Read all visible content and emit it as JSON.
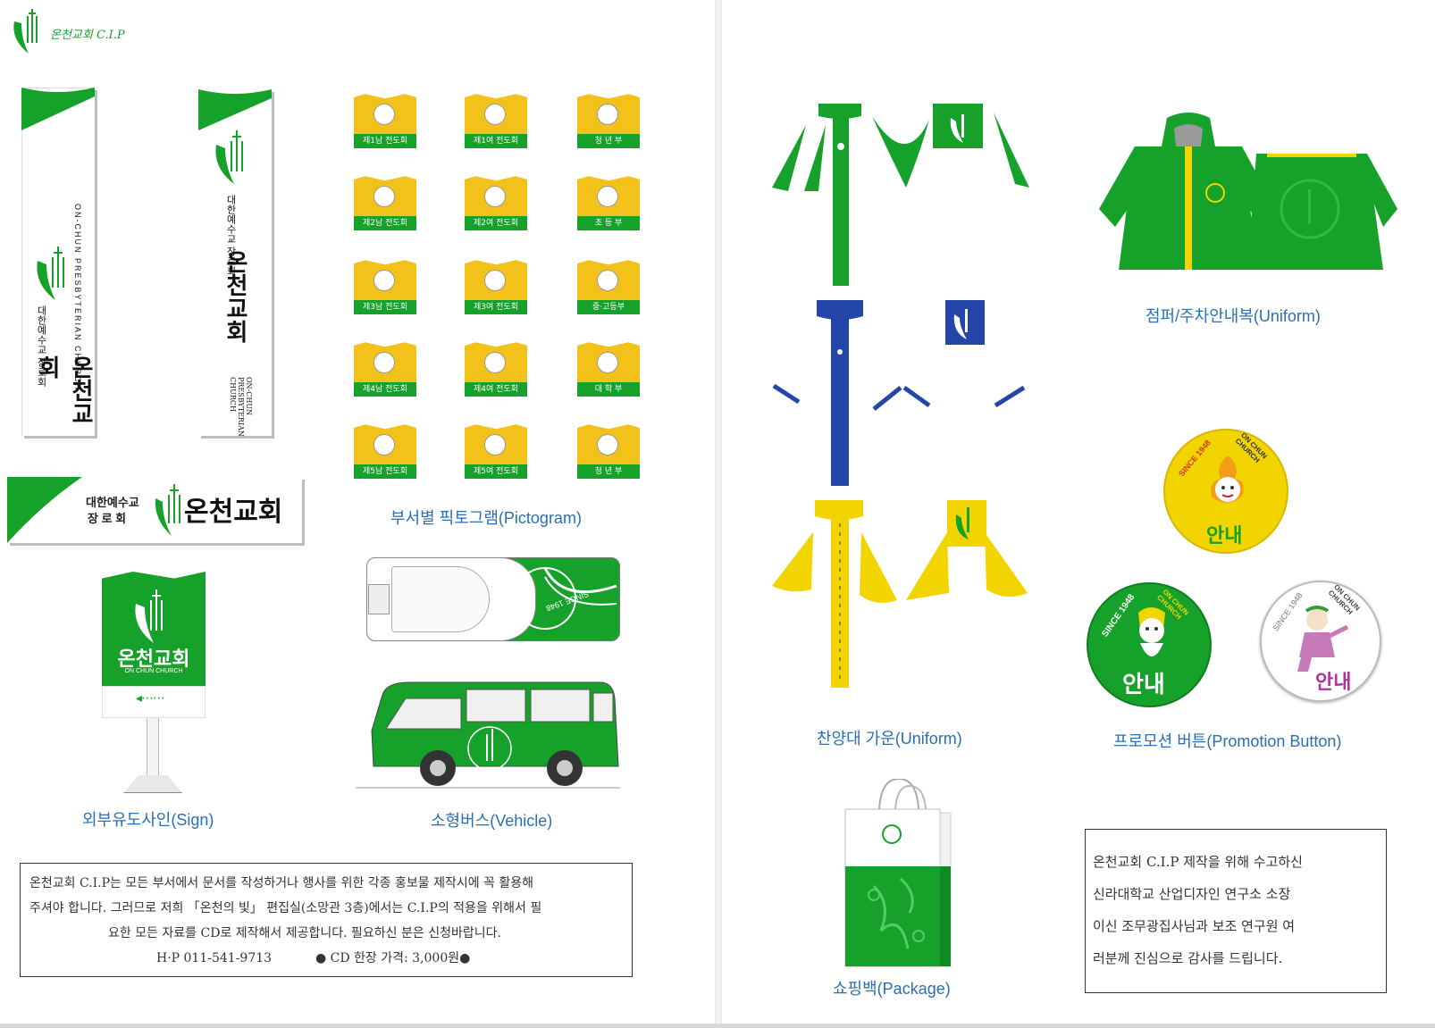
{
  "header": {
    "logo_text": "온천교회 C.I.P"
  },
  "signs": {
    "vertical_1": {
      "small_text": "대한예수교 장로회",
      "main_text": "온천교회",
      "english_text": "ON-CHUN PRESBYTERIAN CHURCH"
    },
    "vertical_2": {
      "small_text": "대한예수교 장로회",
      "main_text": "온천교회",
      "english_text": "ON-CHUN PRESBYTERIAN CHURCH"
    },
    "horizontal": {
      "small_line1": "대한예수교",
      "small_line2": "장 로 회",
      "main_text": "온천교회"
    },
    "outdoor": {
      "main_text": "온천교회",
      "sub_text": "ON CHUN CHURCH"
    }
  },
  "pictograms": {
    "caption": "부서별 픽토그램(Pictogram)",
    "items": [
      "제1남 전도회",
      "제1여 전도회",
      "청 년 부",
      "제2남 전도회",
      "제2여 전도회",
      "초 등 부",
      "제3남 전도회",
      "제3여 전도회",
      "중·고등부",
      "제4남 전도회",
      "제4여 전도회",
      "대 학 부",
      "제5남 전도회",
      "제5여 전도회",
      "청 년 부"
    ]
  },
  "captions": {
    "sign": "외부유도사인(Sign)",
    "vehicle": "소형버스(Vehicle)",
    "choir": "찬양대 가운(Uniform)",
    "jumper": "점퍼/주차안내복(Uniform)",
    "button": "프로모션 버튼(Promotion Button)",
    "package": "쇼핑백(Package)"
  },
  "bus": {
    "since": "SINCE 1948"
  },
  "buttons": {
    "since": "SINCE 1948",
    "church": "ON CHUN CHURCH",
    "label": "안내"
  },
  "notice_left": {
    "line1": "온천교회 C.I.P는 모든 부서에서 문서를 작성하거나 행사를 위한 각종 홍보물 제작시에 꼭 활용해",
    "line2": "주셔야 합니다. 그러므로 저희 「온천의 빛」 편집실(소망관 3층)에서는 C.I.P의 적용을 위해서 필",
    "line3": "요한 모든 자료를 CD로 제작해서 제공합니다. 필요하신 분은 신청바랍니다.",
    "phone": "H·P  011-541-9713",
    "price": "● CD 한장 가격: 3,000원●"
  },
  "notice_right": {
    "line1": "온천교회 C.I.P 제작을 위해 수고하신",
    "line2": "신라대학교 산업디자인 연구소 소장",
    "line3": "이신 조무광집사님과 보조 연구원 여",
    "line4": "러분께 진심으로 감사를 드립니다."
  },
  "colors": {
    "green": "#16a12b",
    "yellow": "#f2c21a",
    "blue": "#2446a8",
    "caption": "#2a6fb1"
  }
}
